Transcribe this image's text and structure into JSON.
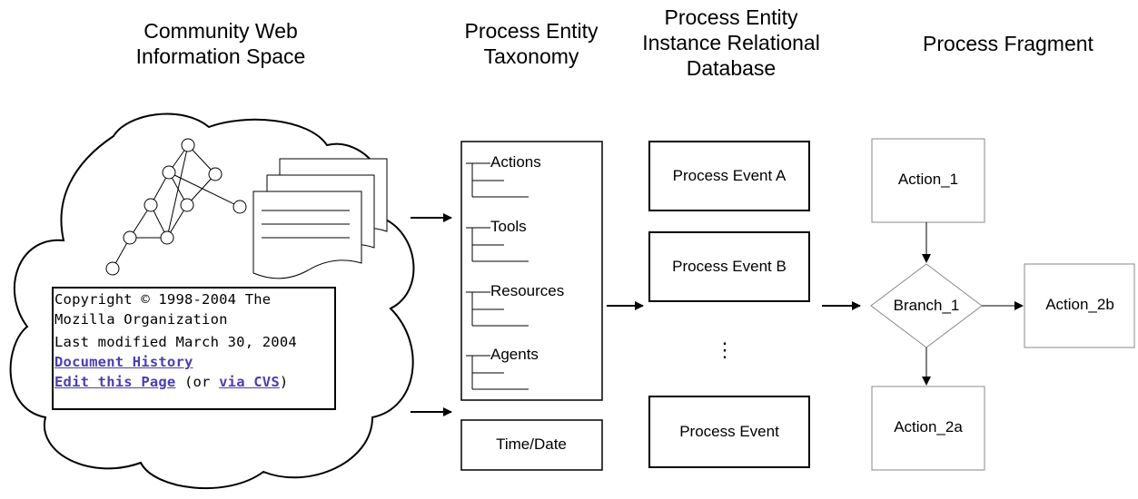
{
  "headers": {
    "community": [
      "Community Web",
      "Information Space"
    ],
    "taxonomy": [
      "Process Entity",
      "Taxonomy"
    ],
    "database": [
      "Process Entity",
      "Instance Relational",
      "Database"
    ],
    "fragment": [
      "Process Fragment"
    ]
  },
  "webpage_note": {
    "line1": "Copyright © 1998-2004 The",
    "line2": "Mozilla Organization",
    "line3": "Last modified March 30, 2004",
    "link_history": "Document History",
    "link_edit": "Edit this Page",
    "edit_mid": " (or ",
    "link_cvs": "via CVS",
    "edit_end": ")",
    "link_color": "#4b3fb0"
  },
  "taxonomy": {
    "items": [
      "Actions",
      "Tools",
      "Resources",
      "Agents"
    ],
    "time_box": "Time/Date"
  },
  "database": {
    "events": [
      "Process Event A",
      "Process Event B",
      "Process Event"
    ],
    "ellipsis": "⋮"
  },
  "fragment": {
    "action_1": "Action_1",
    "branch_1": "Branch_1",
    "action_2a": "Action_2a",
    "action_2b": "Action_2b"
  }
}
